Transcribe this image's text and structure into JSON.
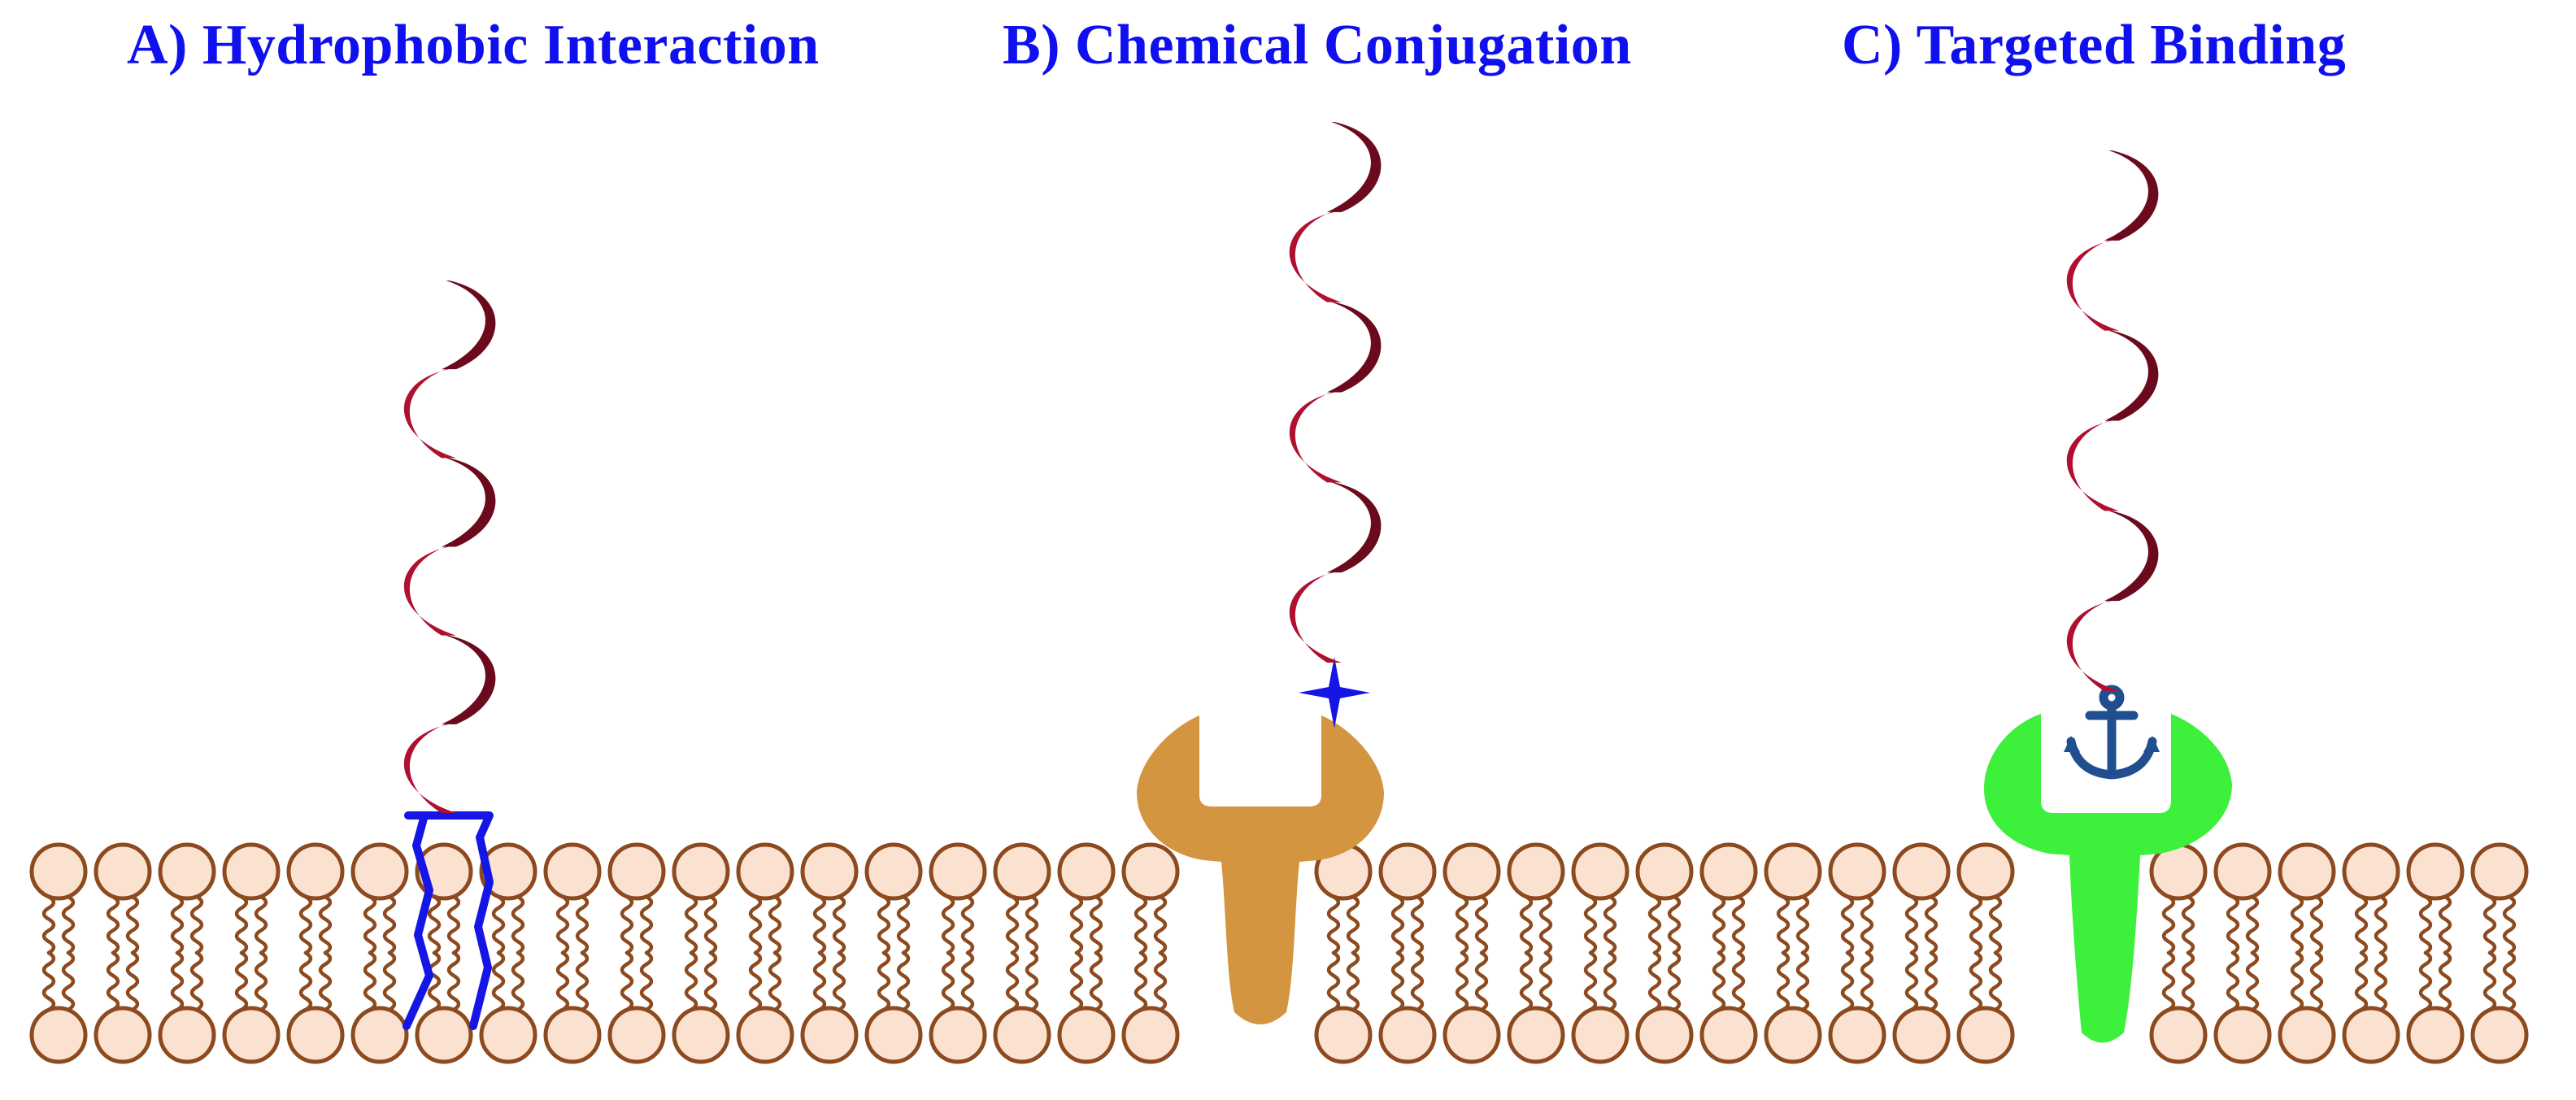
{
  "panels": [
    {
      "id": "A",
      "title": "A) Hydrophobic Interaction",
      "anchor_type": "hydrophobic-insert"
    },
    {
      "id": "B",
      "title": "B) Chemical Conjugation",
      "anchor_type": "covalent-star-linker"
    },
    {
      "id": "C",
      "title": "C) Targeted Binding",
      "anchor_type": "anchor-icon"
    }
  ],
  "colors": {
    "title": "#1010ee",
    "lipid_head_fill": "#fbe1cf",
    "lipid_outline": "#8c4a1e",
    "ribbon_light": "#b0102f",
    "ribbon_dark": "#6b0a1c",
    "hydrophobic_anchor": "#1515e6",
    "conjugation_star": "#1515e6",
    "receptor_b": "#d3953f",
    "receptor_c": "#3cf03c",
    "anchor_icon": "#1f4f8f"
  }
}
